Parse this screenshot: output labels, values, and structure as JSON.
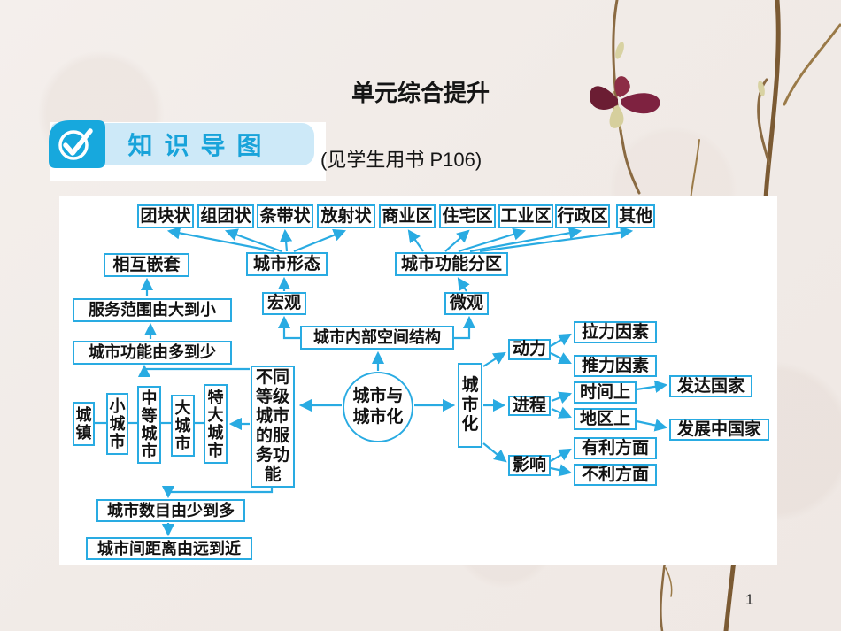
{
  "slide": {
    "title": "单元综合提升",
    "badge_label": "知识导图",
    "badge_note": "(见学生用书 P106)",
    "page_number": "1"
  },
  "colors": {
    "accent_cyan": "#29abe2",
    "badge_background": "#cde9f8",
    "badge_text": "#18a3da",
    "icon_background": "#17a8dd",
    "panel_background": "#ffffff",
    "paper_background": "#f2edea"
  },
  "icons": {
    "badge": "check-circle-icon"
  },
  "nodes": {
    "mass_shape": {
      "label": "团块状"
    },
    "group_shape": {
      "label": "组团状"
    },
    "belt_shape": {
      "label": "条带状"
    },
    "radial_shape": {
      "label": "放射状"
    },
    "commercial": {
      "label": "商业区"
    },
    "residential": {
      "label": "住宅区"
    },
    "industrial": {
      "label": "工业区"
    },
    "administrative": {
      "label": "行政区"
    },
    "other": {
      "label": "其他"
    },
    "mutual_nesting": {
      "label": "相互嵌套"
    },
    "urban_form": {
      "label": "城市形态"
    },
    "functional_zones": {
      "label": "城市功能分区"
    },
    "macro": {
      "label": "宏观"
    },
    "micro": {
      "label": "微观"
    },
    "service_scope": {
      "label": "服务范围由大到小"
    },
    "internal_structure": {
      "label": "城市内部空间结构"
    },
    "functions_decrease": {
      "label": "城市功能由多到少"
    },
    "center": {
      "label": "城市与\n城市化"
    },
    "city_service": {
      "label": "不同\n等级\n城市\n的服\n务功\n能"
    },
    "urbanization": {
      "label": "城\n市\n化"
    },
    "driving_force": {
      "label": "动力"
    },
    "pull_factors": {
      "label": "拉力因素"
    },
    "push_factors": {
      "label": "推力因素"
    },
    "process": {
      "label": "进程"
    },
    "time_aspect": {
      "label": "时间上"
    },
    "region_aspect": {
      "label": "地区上"
    },
    "developed": {
      "label": "发达国家"
    },
    "developing": {
      "label": "发展中国家"
    },
    "impact": {
      "label": "影响"
    },
    "favorable": {
      "label": "有利方面"
    },
    "unfavorable": {
      "label": "不利方面"
    },
    "town": {
      "label": "城\n镇"
    },
    "small_city": {
      "label": "小\n城\n市"
    },
    "medium_city": {
      "label": "中\n等\n城\n市"
    },
    "large_city": {
      "label": "大\n城\n市"
    },
    "mega_city": {
      "label": "特\n大\n城\n市"
    },
    "city_number": {
      "label": "城市数目由少到多"
    },
    "city_distance": {
      "label": "城市间距离由远到近"
    }
  }
}
